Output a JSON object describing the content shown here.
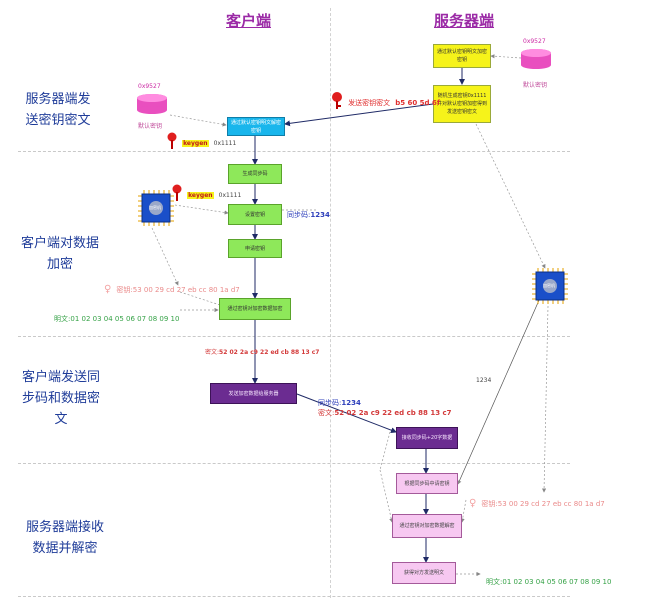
{
  "columns": {
    "client": "客户端",
    "server": "服务器端"
  },
  "stages": [
    "服务器端发送密钥密文",
    "客户端对数据加密",
    "客户端发送同步码和数据密文",
    "服务器端接收数据并解密"
  ],
  "db_server": {
    "code": "0x9527",
    "label": "默认密钥"
  },
  "db_client": {
    "code": "0x9527",
    "label": "默认密钥"
  },
  "server_boxes": {
    "encrypt_default": "通过默认密钥明文加密密钥",
    "random_key": "随机生成密钥0x1111并对默认密钥加密得到发送密钥密文",
    "receive_data": "接收同步码+20字数据",
    "sync_key": "根据同步码中请密钥",
    "decrypt": "通过密钥对加密数据解密",
    "result": "获得对方发送明文"
  },
  "client_boxes": {
    "decrypt_key": "通过默认密钥明文解密密钥",
    "gen_sync": "生成同步码",
    "set_key": "设置密钥",
    "apply_key": "申请密钥",
    "encrypt_data": "通过密钥对加密数据加密",
    "send_server": "发送加密数据给服务器"
  },
  "labels": {
    "send_key_cipher": "发送密钥密文",
    "key_cipher_value": "b5 60 5d 6f",
    "keygen": "keygen",
    "keygen_value": "0x1111",
    "sync_code_label": "同步码:",
    "sync_code_value": "1234",
    "key_label": "密钥:",
    "key_value": "53 00 29 cd 27 eb cc 80 1a d7",
    "plain_label": "明文:",
    "plain_value": "01 02 03 04 05 06 07 08 09 10",
    "cipher_label": "密文:",
    "cipher_value": "52 02 2a c9 22 ed cb 88 13 c7",
    "server_sync": "1234",
    "chip_label": "加密机"
  }
}
